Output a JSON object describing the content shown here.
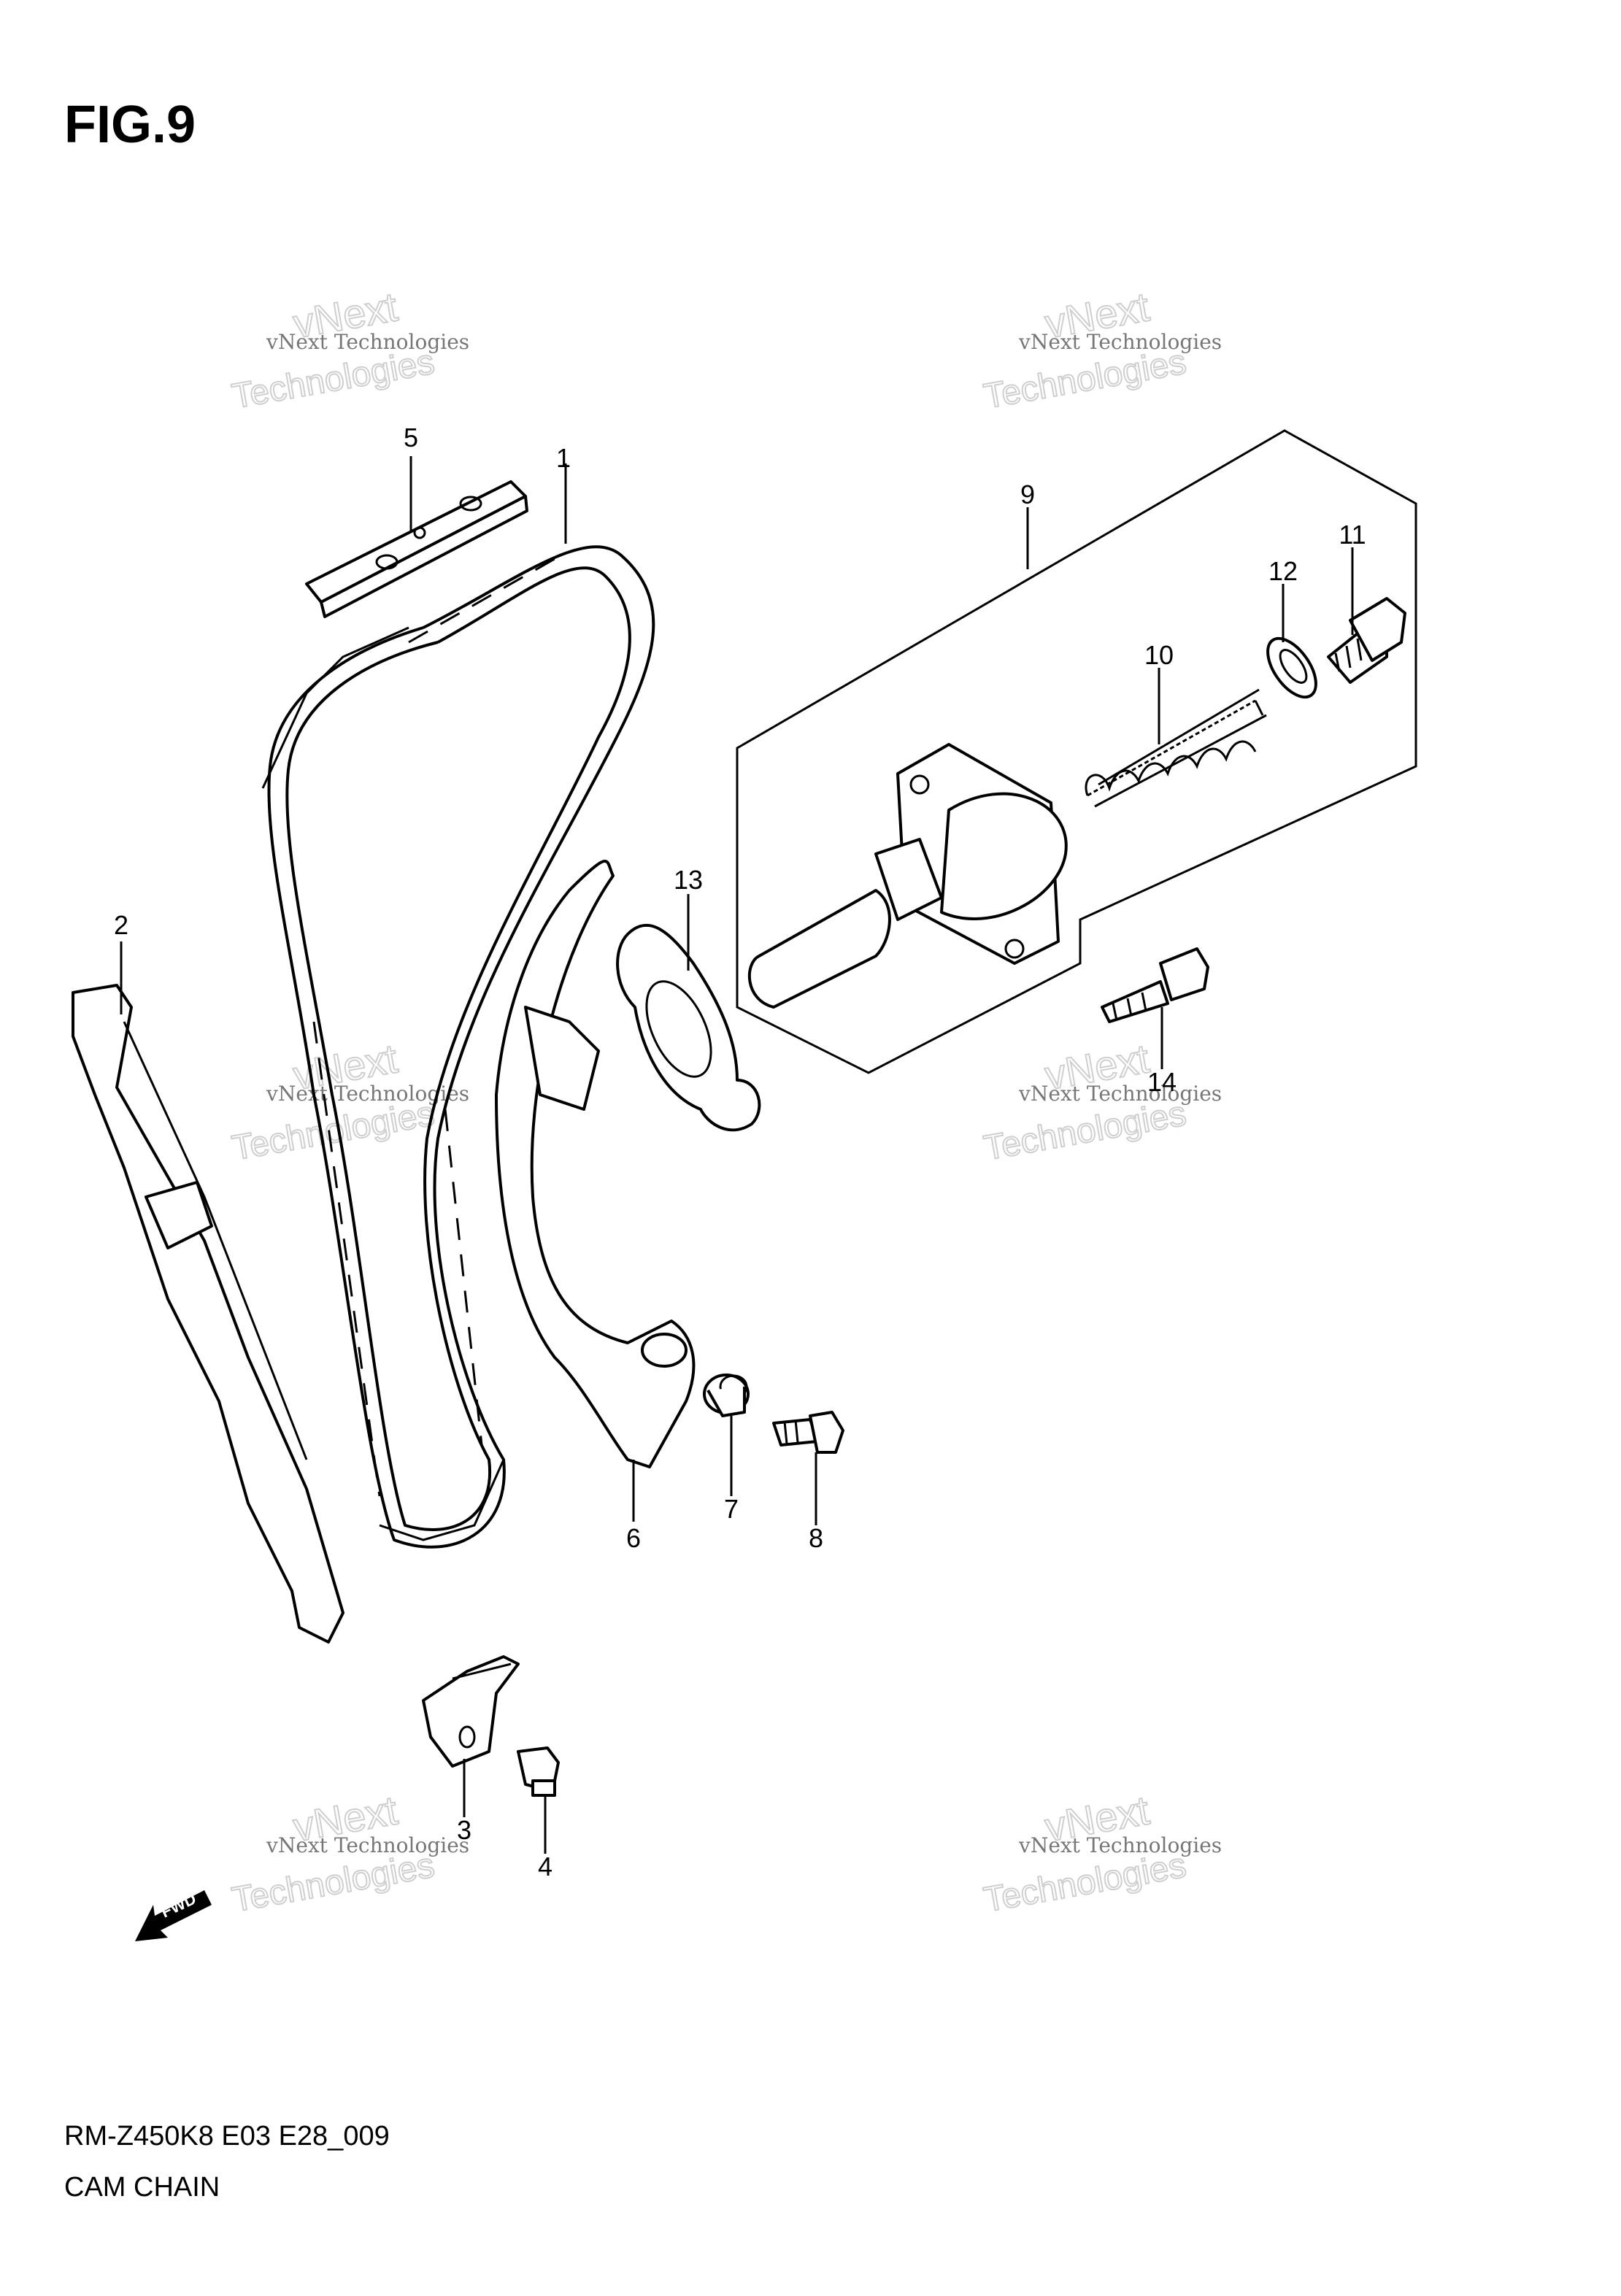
{
  "title": "FIG.9",
  "footer": {
    "code": "RM-Z450K8 E03 E28_009",
    "name": "CAM CHAIN"
  },
  "parts": [
    {
      "num": "1",
      "name": "cam-chain"
    },
    {
      "num": "2",
      "name": "chain-guide"
    },
    {
      "num": "3",
      "name": "guide-bracket"
    },
    {
      "num": "4",
      "name": "bracket-bolt"
    },
    {
      "num": "5",
      "name": "top-guide"
    },
    {
      "num": "6",
      "name": "tensioner-guide"
    },
    {
      "num": "7",
      "name": "collar"
    },
    {
      "num": "8",
      "name": "pivot-bolt"
    },
    {
      "num": "9",
      "name": "tensioner-assembly"
    },
    {
      "num": "10",
      "name": "spring"
    },
    {
      "num": "11",
      "name": "plug-bolt"
    },
    {
      "num": "12",
      "name": "gasket-washer"
    },
    {
      "num": "13",
      "name": "tensioner-gasket"
    },
    {
      "num": "14",
      "name": "tensioner-bolt"
    }
  ],
  "watermark": {
    "line1": "vNext Technologies",
    "line2": "vNext",
    "line3": "Technologies"
  },
  "fwd_label": "FWD"
}
